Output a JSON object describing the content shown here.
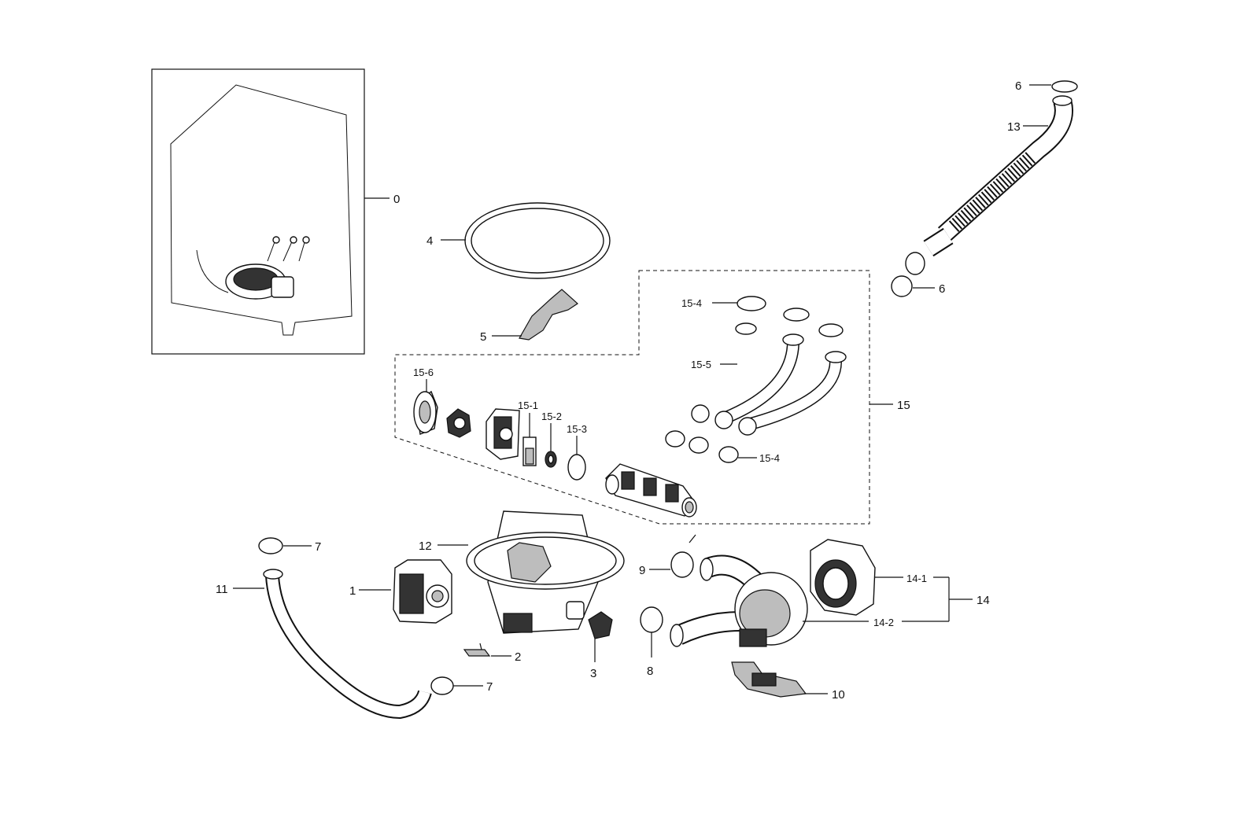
{
  "callouts": {
    "c0": "0",
    "c1": "1",
    "c2": "2",
    "c3": "3",
    "c4": "4",
    "c5": "5",
    "c6a": "6",
    "c6b": "6",
    "c7a": "7",
    "c7b": "7",
    "c8": "8",
    "c9": "9",
    "c10": "10",
    "c11": "11",
    "c12": "12",
    "c13": "13",
    "c14": "14",
    "c14_1": "14-1",
    "c14_2": "14-2",
    "c15": "15",
    "c15_1": "15-1",
    "c15_2": "15-2",
    "c15_3": "15-3",
    "c15_4a": "15-4",
    "c15_4b": "15-4",
    "c15_5": "15-5",
    "c15_6": "15-6"
  }
}
